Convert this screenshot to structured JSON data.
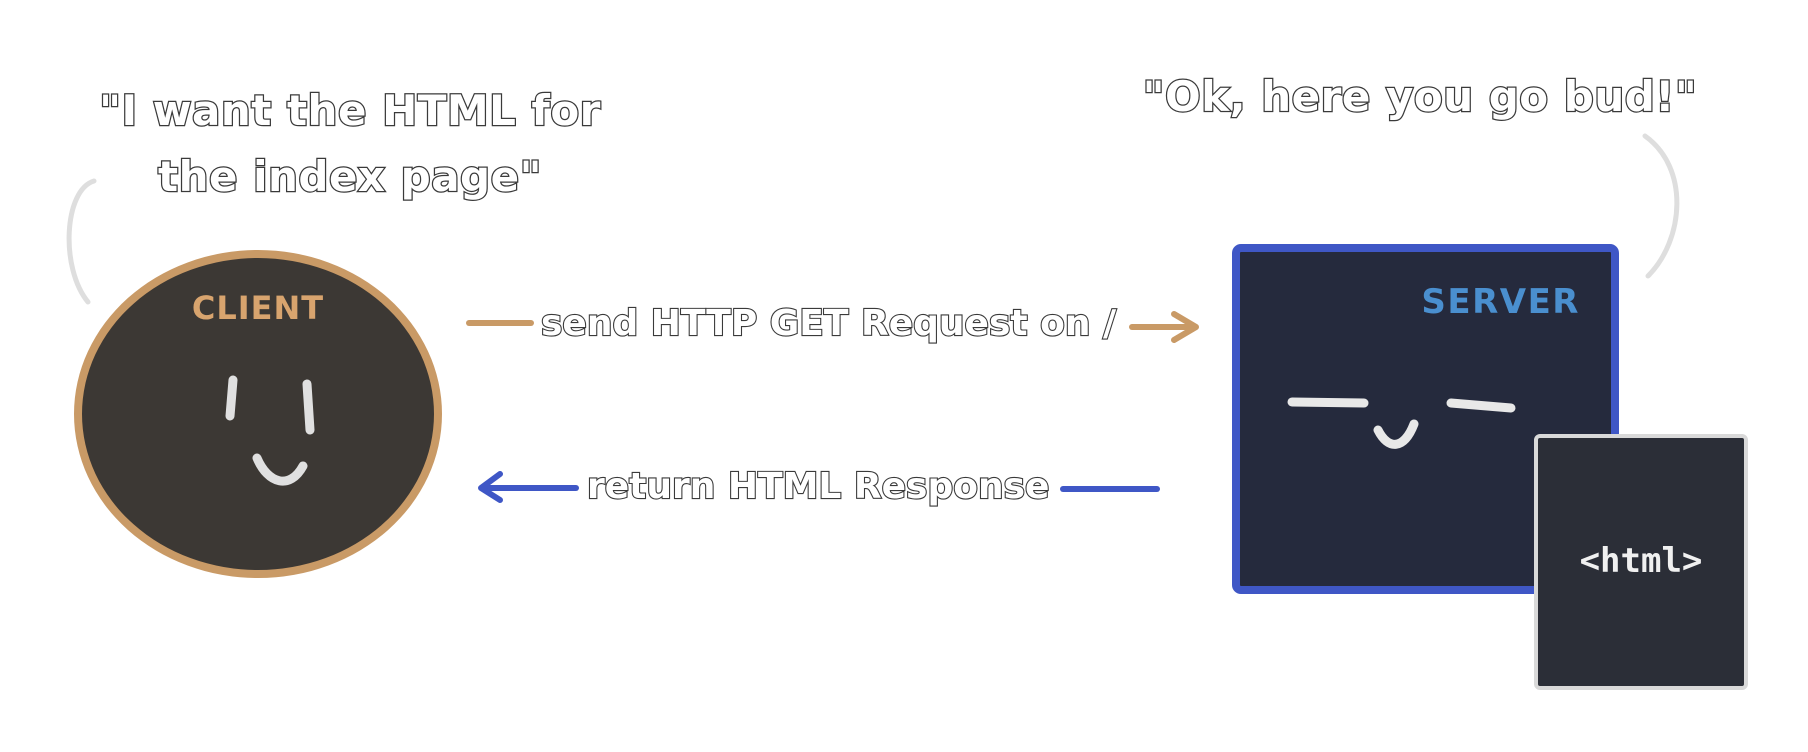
{
  "client": {
    "label": "CLIENT",
    "speech": [
      "\"I want the HTML for",
      "the index page\""
    ]
  },
  "server": {
    "label": "SERVER",
    "speech": "\"Ok, here you go bud!\""
  },
  "html_page": {
    "label": "<html>"
  },
  "arrows": {
    "request": "send HTTP GET Request on /",
    "response": "return HTML Response"
  },
  "colors": {
    "client_fill": "#3c3834",
    "client_border": "#c99a66",
    "server_fill": "#252a3d",
    "server_border": "#3f57c6",
    "request_arrow": "#c99a66",
    "response_arrow": "#3f57c6",
    "page_fill": "#2b2e37",
    "page_border": "#d9d9d9"
  }
}
